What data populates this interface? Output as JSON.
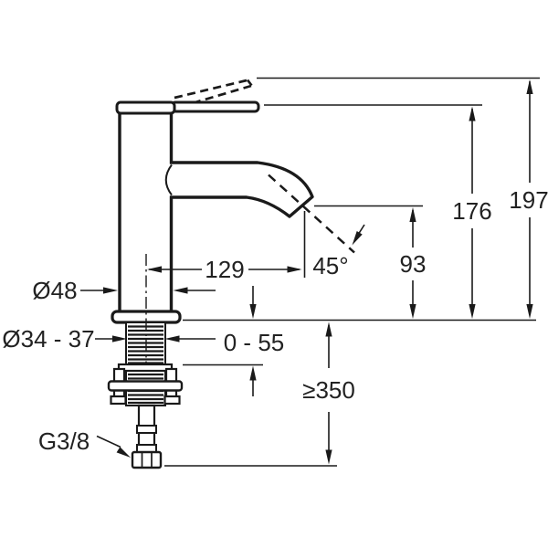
{
  "colors": {
    "ink": "#1a1a1a",
    "text": "#222222",
    "background": "#ffffff"
  },
  "drawing": {
    "type": "technical-dimension-drawing",
    "subject": "single-lever basin mixer tap, side elevation with installation dimensions (mm)",
    "labels": {
      "overall_height": "197",
      "height_to_handle": "176",
      "spout_outlet_height": "93",
      "spout_reach": "129",
      "outlet_angle": "45°",
      "body_diameter": "Ø48",
      "mounting_hole_diameter": "Ø34 - 37",
      "deck_thickness_range": "0 - 55",
      "min_hose_length": "≥350",
      "supply_connection": "G3/8"
    }
  }
}
